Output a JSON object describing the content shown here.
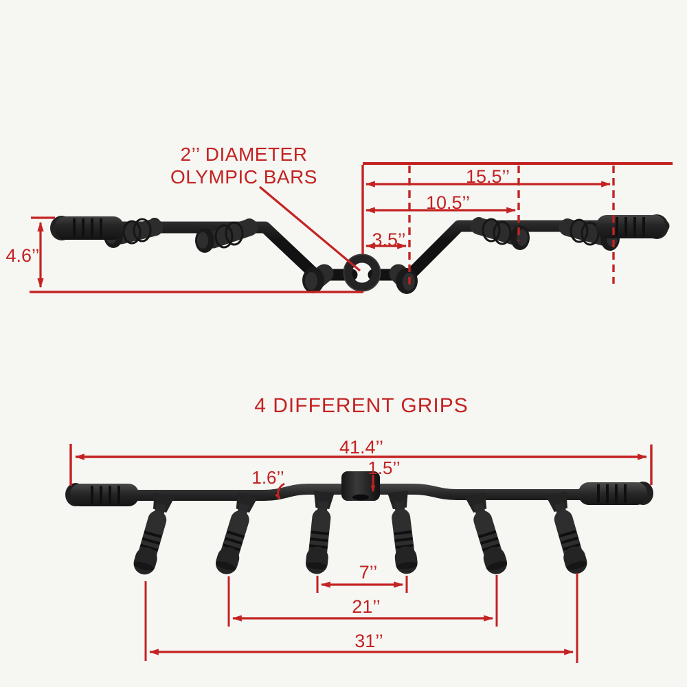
{
  "page": {
    "background": "#f6f6f3",
    "accent_red": "#c32322",
    "product_color": "#2b2b2b"
  },
  "top_figure": {
    "callout": {
      "line1": "2’’ DIAMETER",
      "line2": "OLYMPIC BARS"
    },
    "dimensions": {
      "drop_height": "4.6’’",
      "center_to_inner_grip": "3.5’’",
      "center_to_mid_grip": "10.5’’",
      "center_to_outer_grip": "15.5’’"
    }
  },
  "bottom_figure": {
    "title": "4 DIFFERENT GRIPS",
    "dimensions": {
      "overall_length": "41.4’’",
      "bar_diameter": "1.6’’",
      "collar_size": "1.5’’",
      "inner_grip_spacing": "7’’",
      "mid_grip_spacing": "21’’",
      "outer_grip_spacing": "31’’"
    }
  }
}
